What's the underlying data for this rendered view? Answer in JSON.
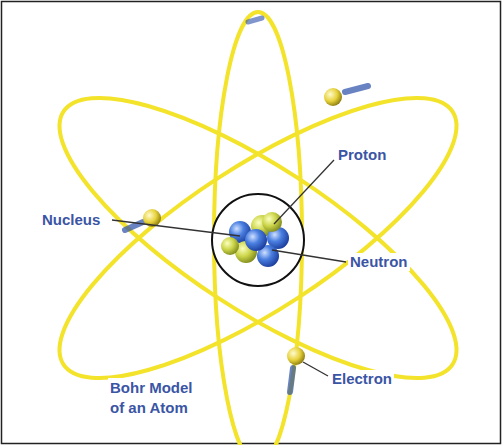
{
  "diagram": {
    "caption": "Bohr Model of an Atom",
    "labels": [
      "Nucleus",
      "Proton",
      "Neutron",
      "Electron"
    ]
  }
}
